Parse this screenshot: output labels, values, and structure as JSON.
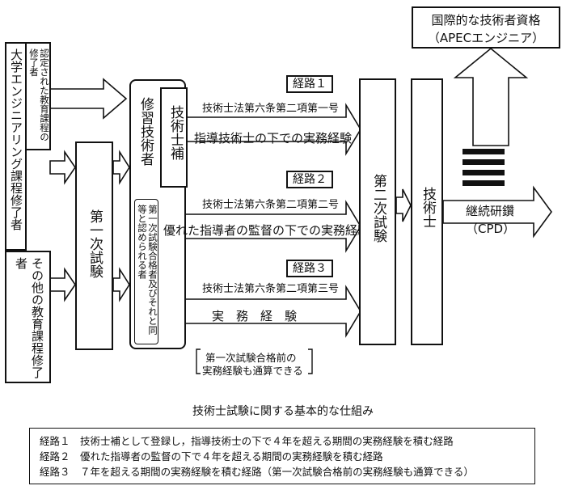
{
  "left": {
    "univ_course": "大学エンジニアリング課程修了者",
    "accredited": "認定された教育課程の修了者",
    "other_course": "その他の教育課程修了者"
  },
  "first_exam": "第一次試験",
  "trainee": "修習技術者",
  "assistant": "技術士補",
  "equivalent": "第一次試験合格者及びそれと同等と認められる者",
  "routes": [
    {
      "tag": "経路１",
      "law": "技術士法第六条第二項第一号",
      "desc": "指導技術士の下での実務経験"
    },
    {
      "tag": "経路２",
      "law": "技術士法第六条第二項第二号",
      "desc": "優れた指導者の監督の下での実務経験"
    },
    {
      "tag": "経路３",
      "law": "技術士法第六条第二項第三号",
      "desc": "実　務　経　験"
    }
  ],
  "note_line1": "第一次試験合格前の",
  "note_line2": "実務経験も通算できる",
  "second_exam": "第二次試験",
  "engineer": "技術士",
  "intl_line1": "国際的な技術者資格",
  "intl_line2": "（APECエンジニア）",
  "cpd_line1": "継続研鑽",
  "cpd_line2": "（CPD）",
  "caption": "技術士試験に関する基本的な仕組み",
  "legend": [
    "経路１　技術士補として登録し，指導技術士の下で４年を超える期間の実務経験を積む経路",
    "経路２　優れた指導者の監督の下で４年を超える期間の実務経験を積む経路",
    "経路３　７年を超える期間の実務経験を積む経路（第一次試験合格前の実務経験も通算できる）"
  ]
}
